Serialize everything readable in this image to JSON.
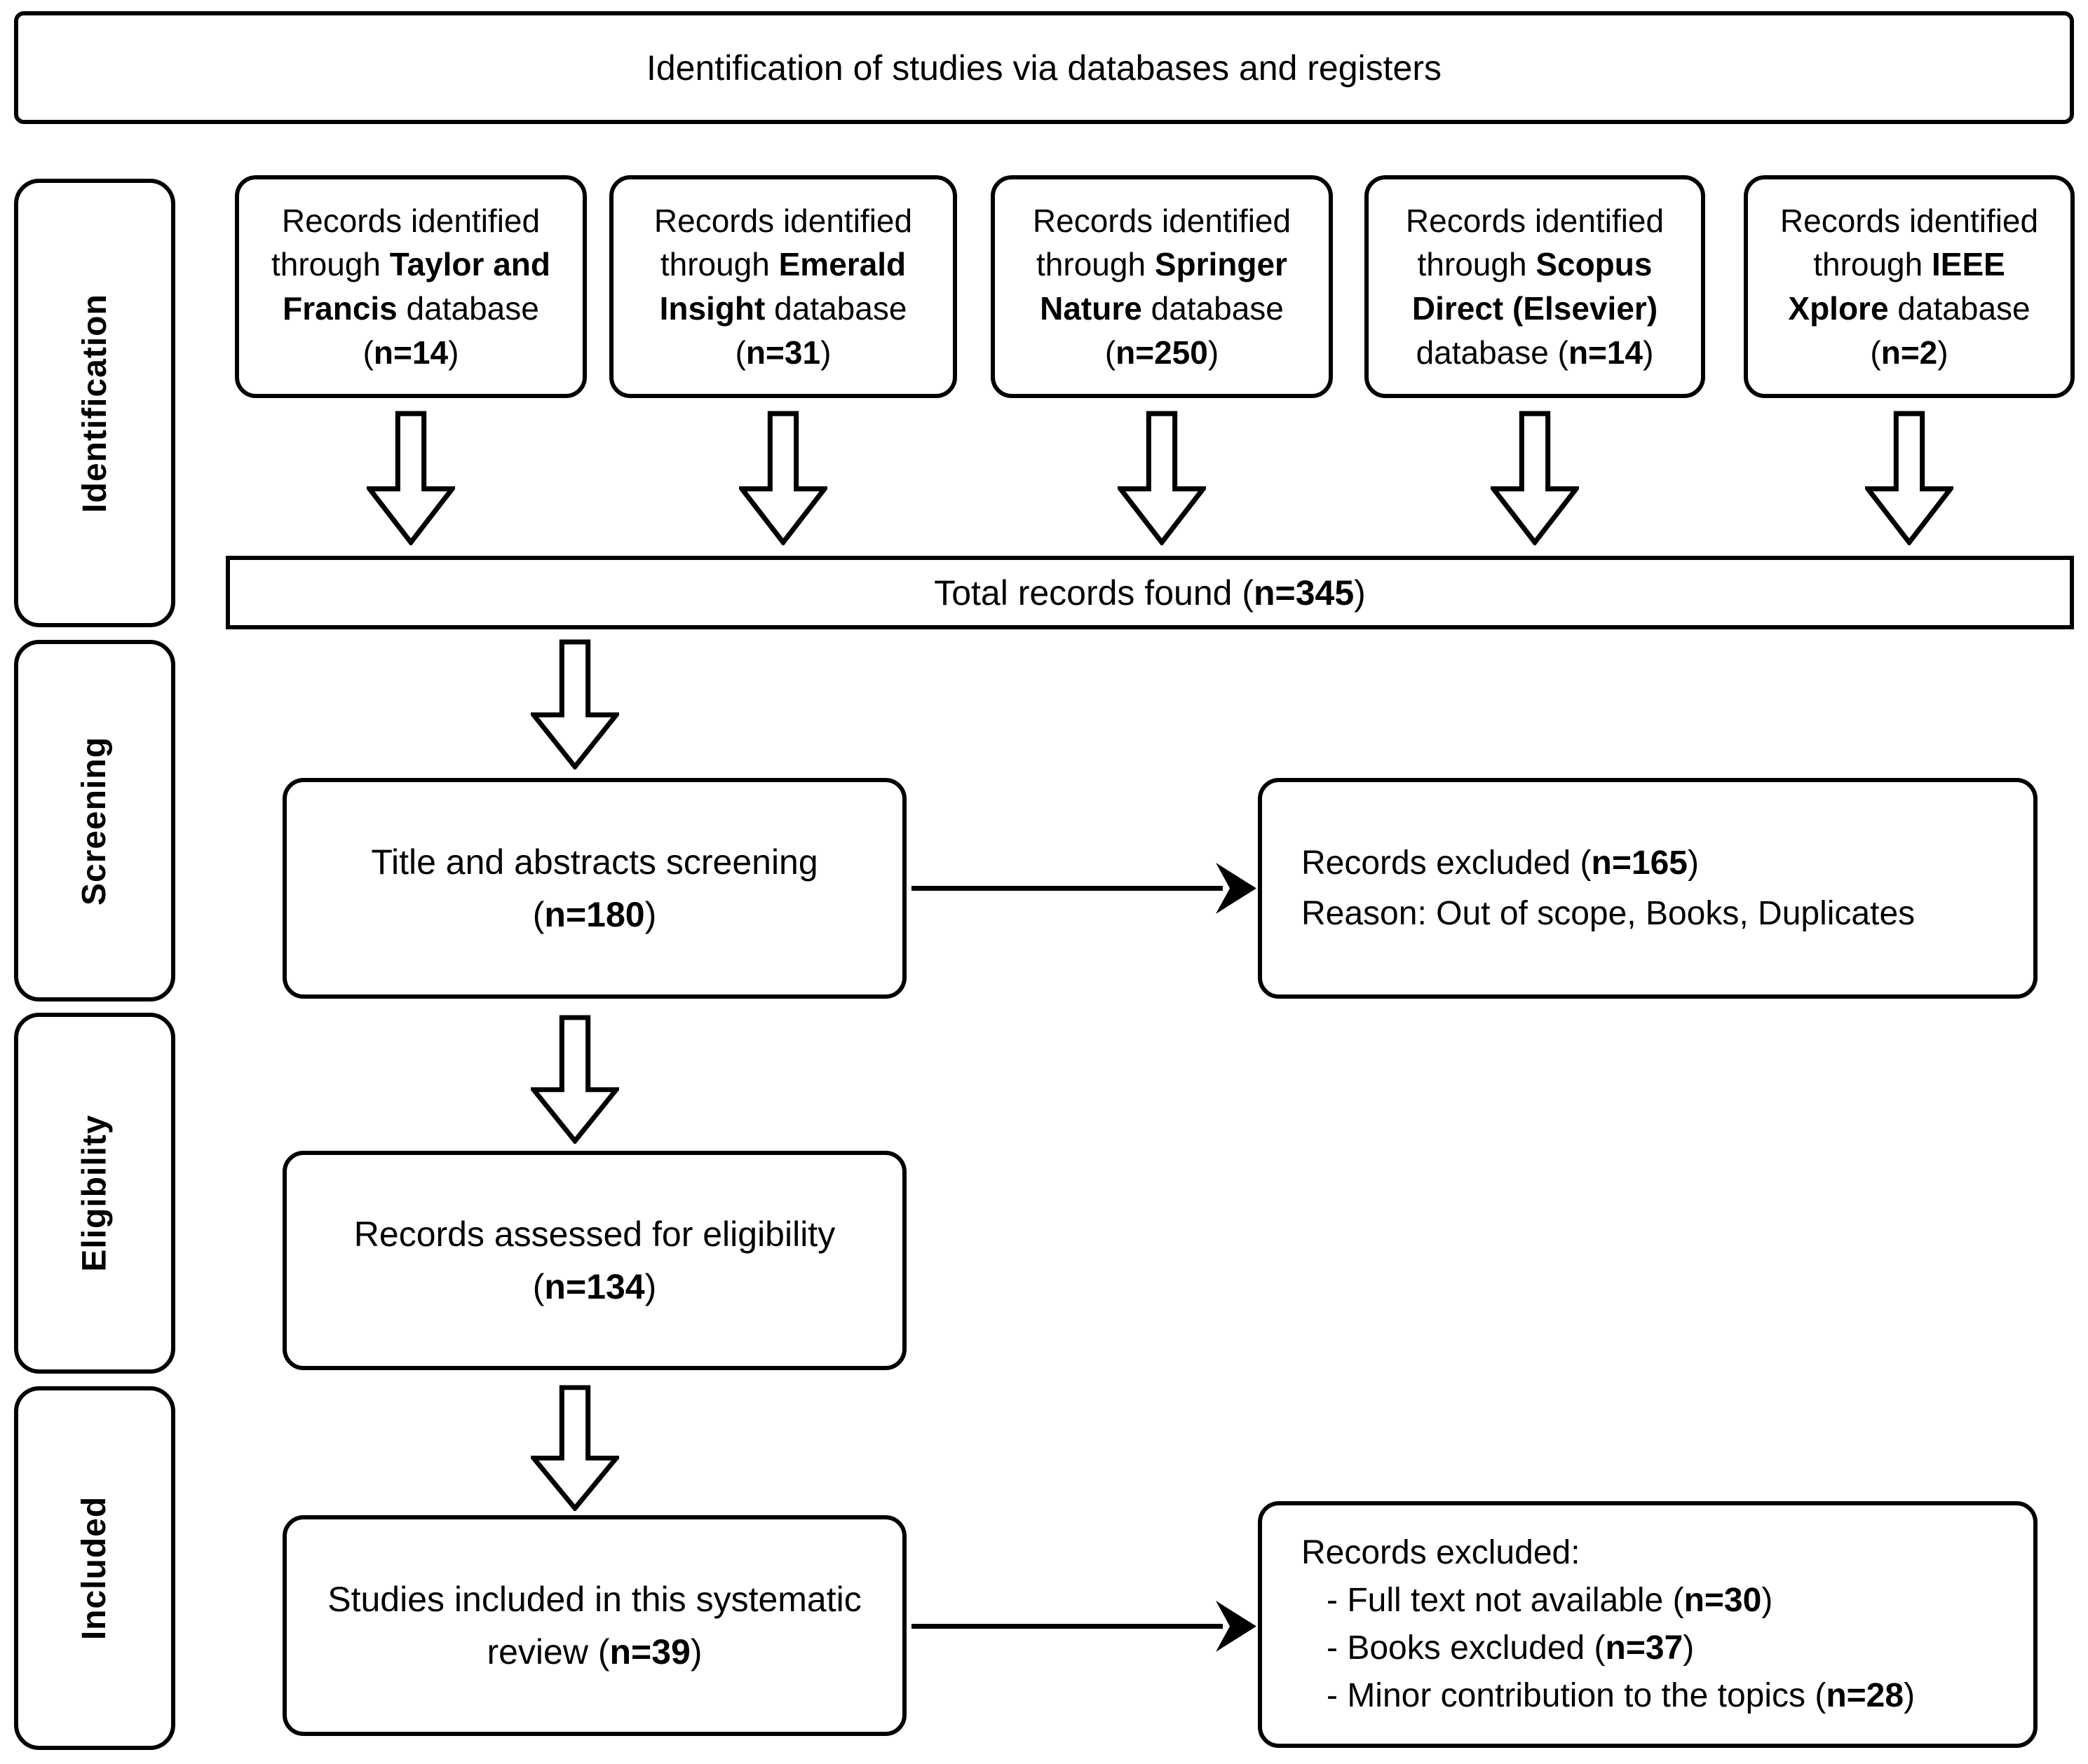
{
  "banner": {
    "title": "Identification of studies via databases and registers"
  },
  "stages": [
    {
      "label": "Identification"
    },
    {
      "label": "Screening"
    },
    {
      "label": "Eligibility"
    },
    {
      "label": "Included"
    }
  ],
  "sources": [
    {
      "name": "taylor-francis",
      "lines": [
        [
          {
            "t": "Records identified"
          }
        ],
        [
          {
            "t": "through "
          },
          {
            "t": "Taylor and",
            "b": true
          }
        ],
        [
          {
            "t": "Francis",
            "b": true
          },
          {
            "t": " database"
          }
        ],
        [
          {
            "t": "("
          },
          {
            "t": "n=14",
            "b": true
          },
          {
            "t": ")"
          }
        ]
      ]
    },
    {
      "name": "emerald-insight",
      "lines": [
        [
          {
            "t": "Records identified"
          }
        ],
        [
          {
            "t": "through "
          },
          {
            "t": "Emerald",
            "b": true
          }
        ],
        [
          {
            "t": "Insight",
            "b": true
          },
          {
            "t": " database"
          }
        ],
        [
          {
            "t": "("
          },
          {
            "t": "n=31",
            "b": true
          },
          {
            "t": ")"
          }
        ]
      ]
    },
    {
      "name": "springer-nature",
      "lines": [
        [
          {
            "t": "Records identified"
          }
        ],
        [
          {
            "t": "through "
          },
          {
            "t": "Springer",
            "b": true
          }
        ],
        [
          {
            "t": "Nature",
            "b": true
          },
          {
            "t": " database"
          }
        ],
        [
          {
            "t": "("
          },
          {
            "t": "n=250",
            "b": true
          },
          {
            "t": ")"
          }
        ]
      ]
    },
    {
      "name": "scopus-direct-elsevier",
      "lines": [
        [
          {
            "t": "Records identified"
          }
        ],
        [
          {
            "t": "through "
          },
          {
            "t": "Scopus",
            "b": true
          }
        ],
        [
          {
            "t": "Direct (Elsevier)",
            "b": true
          }
        ],
        [
          {
            "t": "database ("
          },
          {
            "t": "n=14",
            "b": true
          },
          {
            "t": ")"
          }
        ]
      ]
    },
    {
      "name": "ieee-xplore",
      "lines": [
        [
          {
            "t": "Records identified"
          }
        ],
        [
          {
            "t": "through "
          },
          {
            "t": "IEEE",
            "b": true
          }
        ],
        [
          {
            "t": "Xplore",
            "b": true
          },
          {
            "t": " database"
          }
        ],
        [
          {
            "t": "("
          },
          {
            "t": "n=2",
            "b": true
          },
          {
            "t": ")"
          }
        ]
      ]
    }
  ],
  "total": {
    "lines": [
      [
        {
          "t": "Total records found ("
        },
        {
          "t": "n=345",
          "b": true
        },
        {
          "t": ")"
        }
      ]
    ]
  },
  "screening": {
    "box": {
      "lines": [
        [
          {
            "t": "Title and abstracts screening"
          }
        ],
        [
          {
            "t": "("
          },
          {
            "t": "n=180",
            "b": true
          },
          {
            "t": ")"
          }
        ]
      ]
    },
    "excluded": {
      "lines": [
        [
          {
            "t": "Records excluded ("
          },
          {
            "t": "n=165",
            "b": true
          },
          {
            "t": ")"
          }
        ],
        [
          {
            "t": "Reason: Out of scope, Books, Duplicates"
          }
        ]
      ]
    }
  },
  "eligibility": {
    "box": {
      "lines": [
        [
          {
            "t": "Records assessed for eligibility"
          }
        ],
        [
          {
            "t": "("
          },
          {
            "t": "n=134",
            "b": true
          },
          {
            "t": ")"
          }
        ]
      ]
    }
  },
  "included": {
    "box": {
      "lines": [
        [
          {
            "t": "Studies included in this systematic"
          }
        ],
        [
          {
            "t": "review ("
          },
          {
            "t": "n=39",
            "b": true
          },
          {
            "t": ")"
          }
        ]
      ]
    },
    "excluded": {
      "lines": [
        [
          {
            "t": "Records excluded:"
          }
        ],
        [
          {
            "t": "- Full text not available ("
          },
          {
            "t": "n=30",
            "b": true
          },
          {
            "t": ")"
          }
        ],
        [
          {
            "t": "- Books excluded ("
          },
          {
            "t": "n=37",
            "b": true
          },
          {
            "t": ")"
          }
        ],
        [
          {
            "t": "- Minor contribution to the topics ("
          },
          {
            "t": "n=28",
            "b": true
          },
          {
            "t": ")"
          }
        ]
      ]
    }
  },
  "colors": {
    "stroke": "#000000",
    "background": "#ffffff"
  }
}
